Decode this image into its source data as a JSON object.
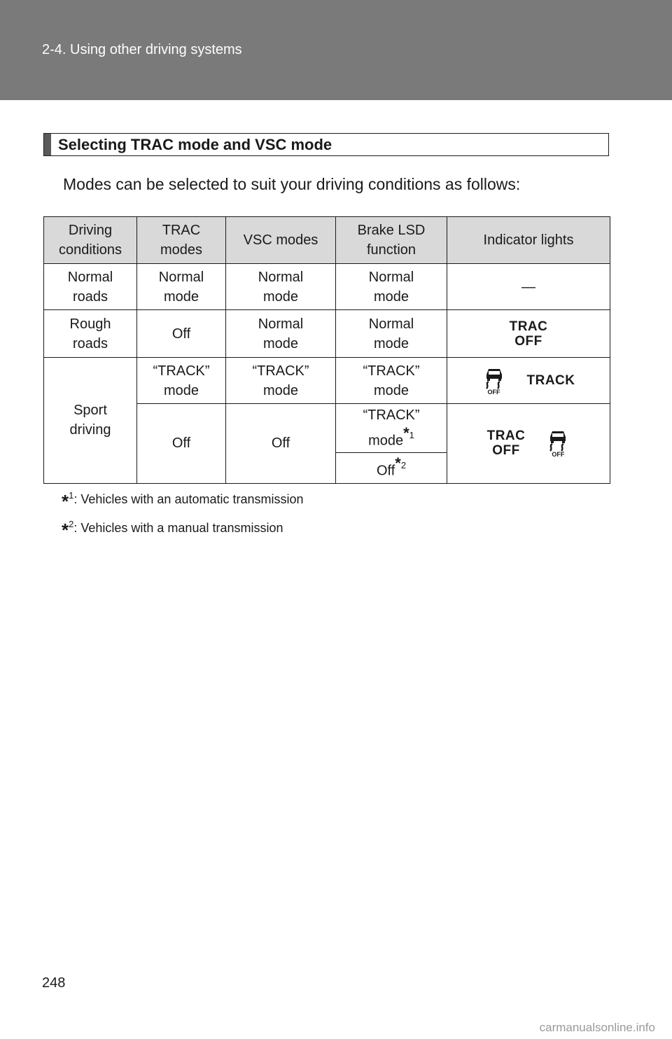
{
  "header": {
    "title": "2-4. Using other driving systems"
  },
  "section": {
    "title": "Selecting TRAC mode and VSC mode"
  },
  "intro": "Modes can be selected to suit your driving conditions as follows:",
  "table": {
    "headers": [
      "Driving conditions",
      "TRAC modes",
      "VSC modes",
      "Brake LSD function",
      "Indicator lights"
    ],
    "rows": {
      "normal": {
        "condition": "Normal\nroads",
        "trac": "Normal\nmode",
        "vsc": "Normal\nmode",
        "lsd": "Normal\nmode",
        "indicator": "—"
      },
      "rough": {
        "condition": "Rough\nroads",
        "trac": "Off",
        "vsc": "Normal\nmode",
        "lsd": "Normal\nmode",
        "indicator": "TRAC\nOFF"
      },
      "sport_track": {
        "condition": "Sport\ndriving",
        "trac": "“TRACK”\nmode",
        "vsc": "“TRACK”\nmode",
        "lsd": "“TRACK”\nmode",
        "indicator_text": "TRACK",
        "indicator_skid_label": "OFF"
      },
      "sport_off": {
        "trac": "Off",
        "vsc": "Off",
        "lsd_a": "“TRACK”\nmode",
        "lsd_a_note": "1",
        "lsd_b": "Off",
        "lsd_b_note": "2",
        "indicator_text": "TRAC\nOFF",
        "indicator_skid_label": "OFF"
      }
    }
  },
  "footnotes": [
    {
      "mark": "*",
      "num": "1",
      "text": ": Vehicles with an automatic transmission"
    },
    {
      "mark": "*",
      "num": "2",
      "text": ": Vehicles with a manual transmission"
    }
  ],
  "page_number": "248",
  "watermark": "carmanualsonline.info"
}
